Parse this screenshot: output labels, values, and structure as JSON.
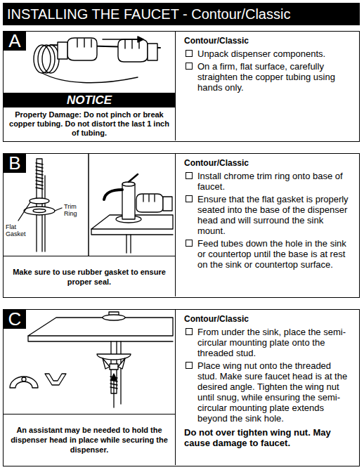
{
  "diagram": {
    "title": "INSTALLING THE FAUCET - Contour/Classic",
    "nodes": [
      {
        "text": [
          "A"
        ]
      },
      {
        "text": [
          "NOTICE",
          "Property Damage: Do not pinch or break copper tubing. Do not distort the last 1 inch of tubing."
        ],
        "in": 0
      },
      {
        "text": [
          "Contour/Classic",
          "Unpack dispenser components.",
          "On a firm, flat surface, carefully straighten the copper tubing using hands only."
        ],
        "in": 0
      },
      {
        "text": [
          "B"
        ]
      },
      {
        "text": [
          "Make sure to use rubber gasket to ensure proper seal."
        ],
        "in": 3
      },
      {
        "text": [
          "Contour/Classic",
          "Install chrome trim ring onto base of faucet.",
          "Ensure that the flat gasket is properly seated into the base of the dispenser head and will surround the sink mount.",
          "Feed tubes down the hole in the sink or countertop until the base is at rest on the sink or countertop surface."
        ],
        "in": 3
      },
      {
        "text": [
          "C"
        ]
      },
      {
        "text": [
          "An assistant may be needed to hold the dispenser head in place while securing the dispenser."
        ],
        "in": 6
      },
      {
        "text": [
          "Contour/Classic",
          "From under the sink, place the semi-circular mounting plate onto the threaded stud.",
          "Place wing nut onto the threaded stud. Make sure faucet head is at the desired angle. Tighten the wing nut until snug, while ensuring the semi-circular mounting plate extends beyond the sink hole.",
          "Do not over tighten wing nut. May cause damage to faucet."
        ],
        "in": 6
      }
    ],
    "labels": [
      "Trim Ring",
      "Flat Gasket"
    ]
  }
}
